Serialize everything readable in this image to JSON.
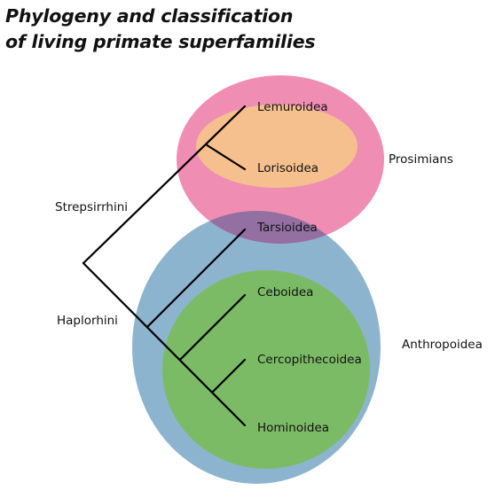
{
  "title": {
    "line1": "Phylogeny and classification",
    "line2": "of living primate superfamilies"
  },
  "colors": {
    "prosimians": "#ef8eb2",
    "anthropoidea": "#8db4cf",
    "overlap": "#946fa2",
    "lemur_lori": "#f5c08e",
    "inner_green": "#7cbb66",
    "branches": "#000000"
  },
  "groups": {
    "prosimians": "Prosimians",
    "anthropoidea": "Anthropoidea"
  },
  "clades": {
    "strepsirrhini": "Strepsirrhini",
    "haplorhini": "Haplorhini"
  },
  "taxa": {
    "lemuroidea": "Lemuroidea",
    "lorisoidea": "Lorisoidea",
    "tarsioidea": "Tarsioidea",
    "ceboidea": "Ceboidea",
    "cercopithecoidea": "Cercopithecoidea",
    "hominoidea": "Hominoidea"
  }
}
